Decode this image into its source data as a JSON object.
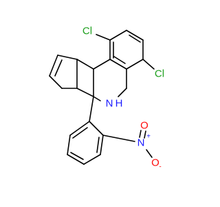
{
  "molecule": {
    "atom_labels": {
      "cl_top": "Cl",
      "cl_right": "Cl",
      "nh": "N",
      "nh_h": "H",
      "nitro_n": "N",
      "nitro_n_charge": "+",
      "nitro_o_top": "O",
      "nitro_o_bottom": "O",
      "nitro_o_bottom_charge": "-"
    },
    "colors": {
      "bond": "#000000",
      "chlorine": "#1fa01f",
      "nitrogen_amine": "#1a1aff",
      "nitrogen_nitro": "#1a1aff",
      "oxygen": "#ff0d0d"
    }
  }
}
